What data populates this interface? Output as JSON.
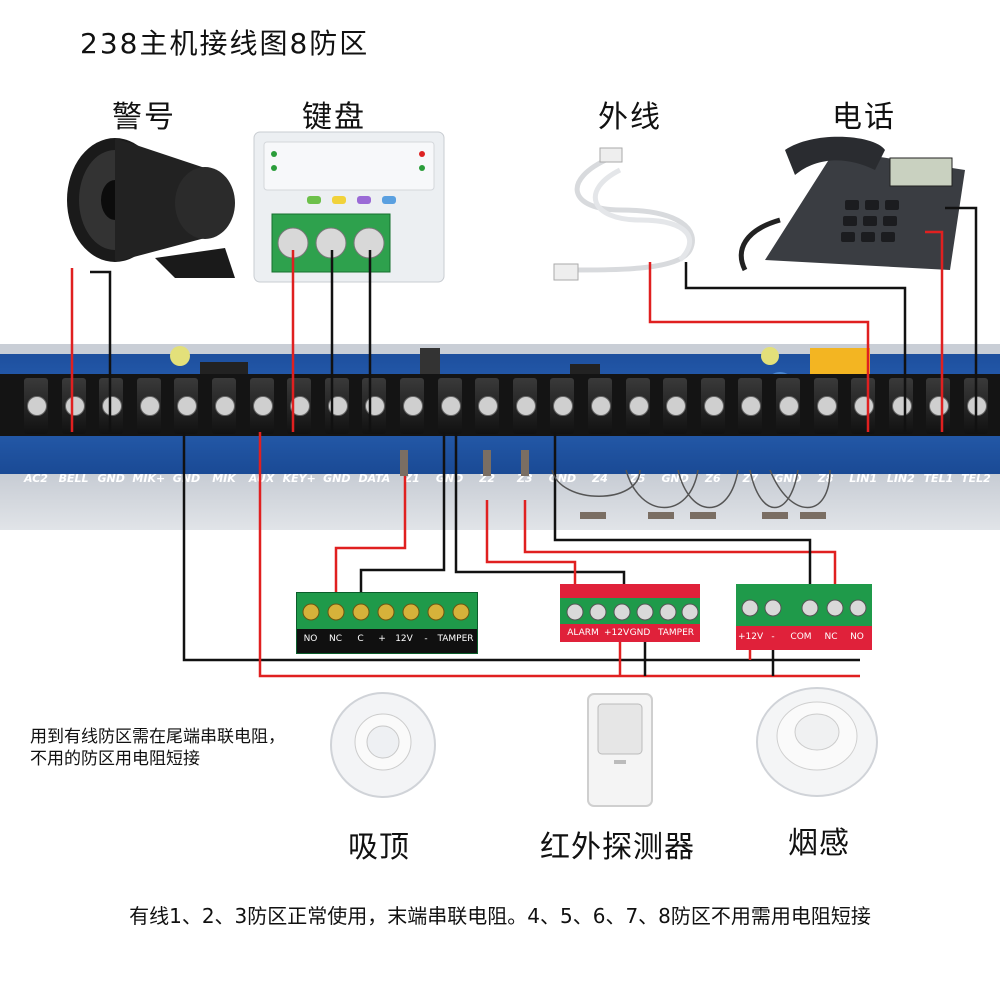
{
  "title": "238主机接线图8防区",
  "devices": {
    "siren": "警号",
    "keypad": "键盘",
    "outside_line": "外线",
    "telephone": "电话",
    "ceiling_pir": "吸顶",
    "infrared": "红外探测器",
    "smoke": "烟感"
  },
  "terminals": [
    "AC2",
    "BELL",
    "GND",
    "MIK+",
    "GND",
    "MIK",
    "AUX",
    "KEY+",
    "GND",
    "DATA",
    "Z1",
    "GND",
    "Z2",
    "Z3",
    "GND",
    "Z4",
    "Z5",
    "GND",
    "Z6",
    "Z7",
    "GND",
    "Z8",
    "LIN1",
    "LIN2",
    "TEL1",
    "TEL2"
  ],
  "relay_block": {
    "labels": [
      "NO",
      "NC",
      "C",
      "+",
      "12V",
      "-",
      "TAMPER"
    ]
  },
  "pir_block": {
    "labels": [
      "ALARM",
      "+12V",
      "GND",
      "TAMPER"
    ]
  },
  "smoke_block": {
    "labels": [
      "+12V",
      "-",
      "COM",
      "NC",
      "NO"
    ]
  },
  "note": "用到有线防区需在尾端串联电阻，不用的防区用电阻短接",
  "footer": "有线1、2、3防区正常使用，末端串联电阻。4、5、6、7、8防区不用需用电阻短接",
  "colors": {
    "wire_red": "#e02020",
    "wire_black": "#111111",
    "board_blue": "#1f55a8",
    "terminal_green": "#1f9a4a"
  }
}
